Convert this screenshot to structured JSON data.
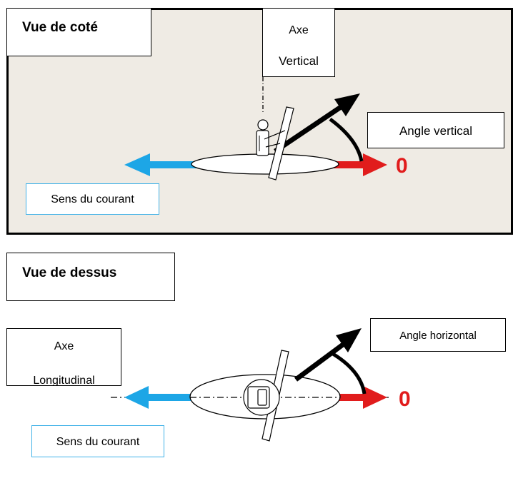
{
  "side_view": {
    "title": "Vue de coté",
    "axis_label_line1": "Axe",
    "axis_label_line2": "Vertical",
    "angle_label": "Angle vertical",
    "zero": "0",
    "current_label": "Sens du courant"
  },
  "top_view": {
    "title": "Vue de dessus",
    "axis_label_line1": "Axe",
    "axis_label_line2": "Longitudinal",
    "angle_label": "Angle horizontal",
    "zero": "0",
    "current_label": "Sens du courant"
  },
  "colors": {
    "panel_background": "#efebe4",
    "current_arrow": "#1da6e6",
    "zero_arrow": "#e11c1c",
    "angle_arrow": "#000000",
    "current_label_border": "#41b2e8"
  },
  "icons": [
    "kayaker-side-icon",
    "kayaker-top-icon"
  ]
}
